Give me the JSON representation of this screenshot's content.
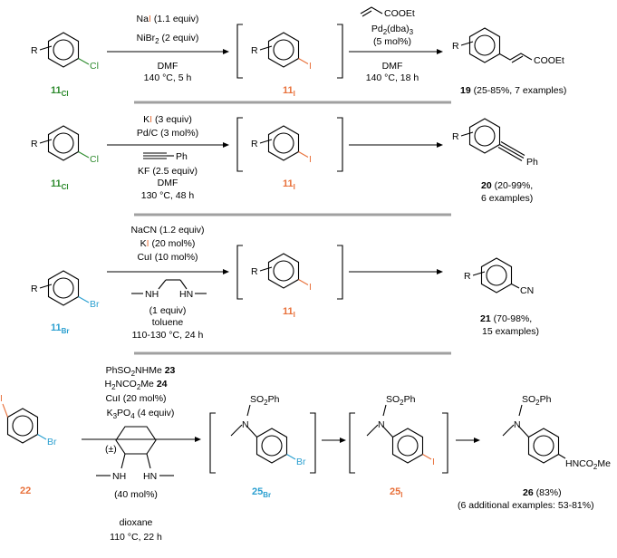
{
  "row1": {
    "reagent1": "NaI (1.1 equiv)",
    "reagent2": "NiBr2 (2 equiv)",
    "solvent": "DMF",
    "cond": "140 °C, 5 h",
    "reagent3": "COOEt",
    "cat": "Pd2(dba)3",
    "cat_load": "(5 mol%)",
    "solvent2": "DMF",
    "cond2": "140 °C, 18 h",
    "sm_label": "11",
    "sm_sub": "Cl",
    "int_label": "11",
    "int_sub": "I",
    "prod_num": "19",
    "prod_yield": " (25-85%, 7 examples)",
    "prod_group": "COOEt"
  },
  "row2": {
    "reagent1": "KI (3 equiv)",
    "reagent2": "Pd/C (3 mol%)",
    "reagent3": "Ph",
    "reagent4": "KF (2.5 equiv)",
    "solvent": "DMF",
    "cond": "130 °C, 48 h",
    "sm_label": "11",
    "sm_sub": "Cl",
    "int_label": "11",
    "int_sub": "I",
    "prod_num": "20",
    "prod_yield1": " (20-99%,",
    "prod_yield2": "6 examples)",
    "prod_group": "Ph"
  },
  "row3": {
    "reagent1": "NaCN (1.2 equiv)",
    "reagent2": "KI (20 mol%)",
    "reagent3": "CuI (10 mol%)",
    "ligand_nh1": "NH",
    "ligand_nh2": "HN",
    "ligand_equiv": "(1 equiv)",
    "solvent": "toluene",
    "cond": "110-130 °C, 24 h",
    "sm_label": "11",
    "sm_sub": "Br",
    "int_label": "11",
    "int_sub": "I",
    "prod_num": "21",
    "prod_yield1": " (70-98%,",
    "prod_yield2": "15 examples)",
    "prod_group": "CN"
  },
  "row4": {
    "reagent1": "PhSO2NHMe",
    "reagent1_num": "23",
    "reagent2": "H2NCO2Me",
    "reagent2_num": "24",
    "reagent3": "CuI (20 mol%)",
    "reagent4": "K3PO4 (4 equiv)",
    "racemic": "(±)",
    "ligand_nh1": "NH",
    "ligand_nh2": "HN",
    "ligand_load": "(40 mol%)",
    "solvent": "dioxane",
    "cond": "110 °C, 22 h",
    "sm_num": "22",
    "int1_label": "25",
    "int1_sub": "Br",
    "int2_label": "25",
    "int2_sub": "I",
    "sulfonyl": "SO2Ph",
    "prod_num": "26",
    "prod_yield": " (83%)",
    "prod_more": "(6 additional examples: 53-81%)",
    "prod_group": "HNCO2Me"
  },
  "colors": {
    "cl": "#2e8b2e",
    "iodo": "#e8703a",
    "br": "#2a9fd0",
    "sep": "#a0a0a0"
  }
}
